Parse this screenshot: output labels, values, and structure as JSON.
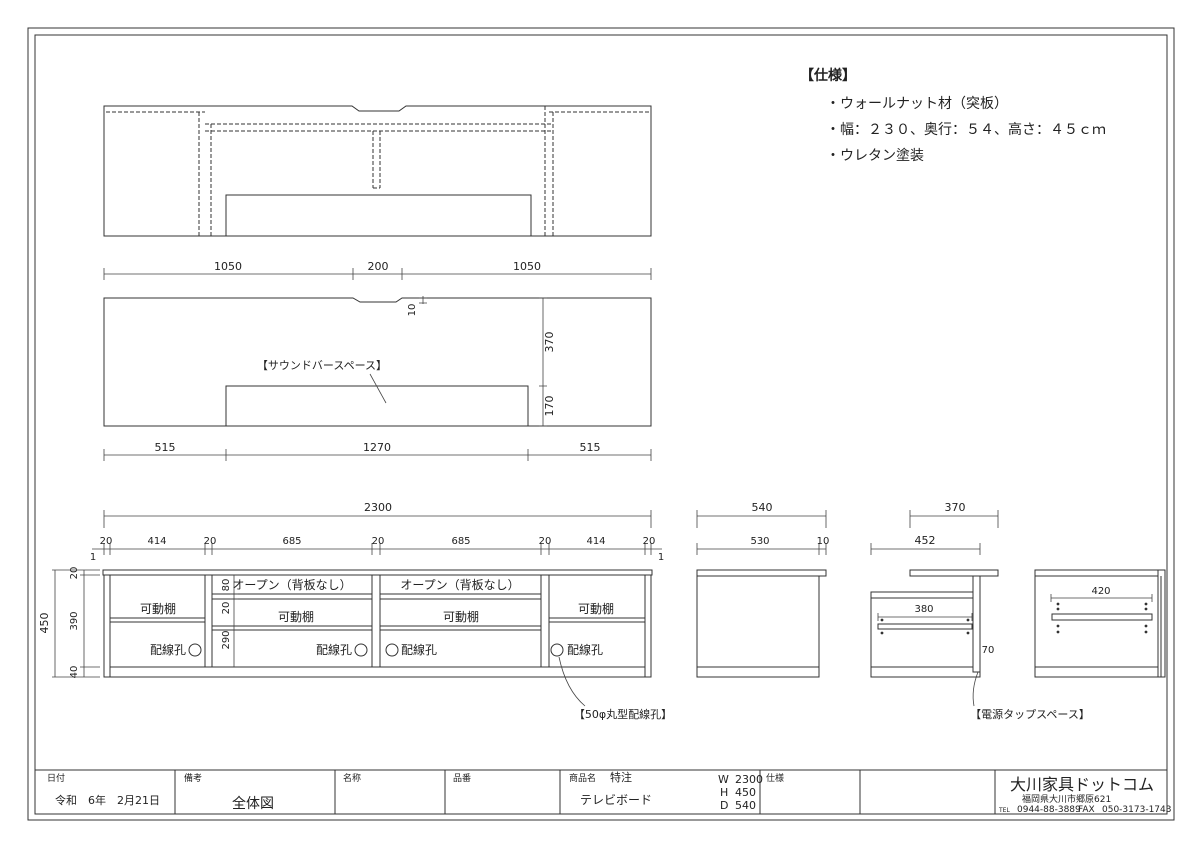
{
  "spec": {
    "heading": "【仕様】",
    "items": [
      "・ウォールナット材（突板）",
      "・幅：２３０、奥行：５４、高さ：４５ｃｍ",
      "・ウレタン塗装"
    ]
  },
  "front_view": {
    "dims_top": [
      "1050",
      "200",
      "1050"
    ],
    "notch_depth": "10",
    "dims_right": [
      "370",
      "170"
    ],
    "dims_bottom": [
      "515",
      "1270",
      "515"
    ],
    "soundbar_label": "【サウンドバースペース】"
  },
  "elevation": {
    "overall_width": "2300",
    "dims_segments": [
      "20",
      "414",
      "20",
      "685",
      "20",
      "685",
      "20",
      "414",
      "20"
    ],
    "overhang": [
      "1",
      "1"
    ],
    "overall_height": "450",
    "dims_left": [
      "20",
      "390",
      "40"
    ],
    "dims_inner": [
      "80",
      "20",
      "290"
    ],
    "open_labels": [
      "オープン（背板なし）",
      "オープン（背板なし）"
    ],
    "shelf_labels": [
      "可動棚",
      "可動棚",
      "可動棚",
      "可動棚"
    ],
    "cable_hole_labels": [
      "配線孔",
      "配線孔",
      "配線孔",
      "配線孔"
    ],
    "cable_hole_note": "【50φ丸型配線孔】"
  },
  "side_view": {
    "overall_depth": "540",
    "dims": [
      "530",
      "10"
    ]
  },
  "section_view": {
    "top_depth": "370",
    "body_depth": "452",
    "shelf_width": "380",
    "tap_width": "70",
    "tap_note": "【電源タップスペース】"
  },
  "rear_view": {
    "shelf_width": "420"
  },
  "title_block": {
    "date_label": "日付",
    "date": "令和　6年　2月21日",
    "remarks_label": "備考",
    "remarks": "全体図",
    "name_label": "名称",
    "part_no_label": "品番",
    "product_label": "商品名",
    "product_note": "特注",
    "product_name": "テレビボード",
    "size": [
      {
        "axis": "W",
        "value": "2300"
      },
      {
        "axis": "H",
        "value": "450"
      },
      {
        "axis": "D",
        "value": "540"
      }
    ],
    "spec_label": "仕様",
    "company": "大川家具ドットコム",
    "address": "福岡県大川市郷原621",
    "tel_label": "TEL",
    "tel": "0944-88-3889",
    "fax_label": "FAX",
    "fax": "050-3173-1743"
  }
}
